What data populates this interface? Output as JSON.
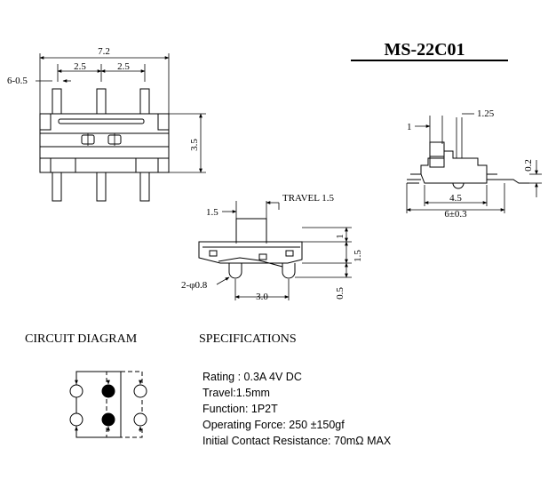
{
  "model": "MS-22C01",
  "top_view": {
    "dim_overall_width": "7.2",
    "dim_pin_pitch_left": "2.5",
    "dim_pin_pitch_right": "2.5",
    "dim_pin_size": "6-0.5",
    "dim_body_height": "3.5"
  },
  "side_view": {
    "dim_actuator_width": "1",
    "dim_actuator_offset": "1.25",
    "dim_standoff": "0.2",
    "dim_body_width": "4.5",
    "dim_total_width": "6±0.3"
  },
  "front_view": {
    "dim_knob_width": "1.5",
    "travel_label": "TRAVEL 1.5",
    "dim_knob_height": "1",
    "dim_body_height": "1.5",
    "dim_peg_length": "0.5",
    "dim_peg_spacing": "3.0",
    "dim_peg_diameter": "2-φ0.8"
  },
  "circuit_diagram": {
    "heading": "CIRCUIT DIAGRAM"
  },
  "specifications": {
    "heading": "SPECIFICATIONS",
    "lines": [
      "Rating : 0.3A 4V DC",
      "Travel:1.5mm",
      "Function: 1P2T",
      "Operating Force: 250 ±150gf",
      "Initial Contact Resistance: 70mΩ MAX"
    ]
  }
}
